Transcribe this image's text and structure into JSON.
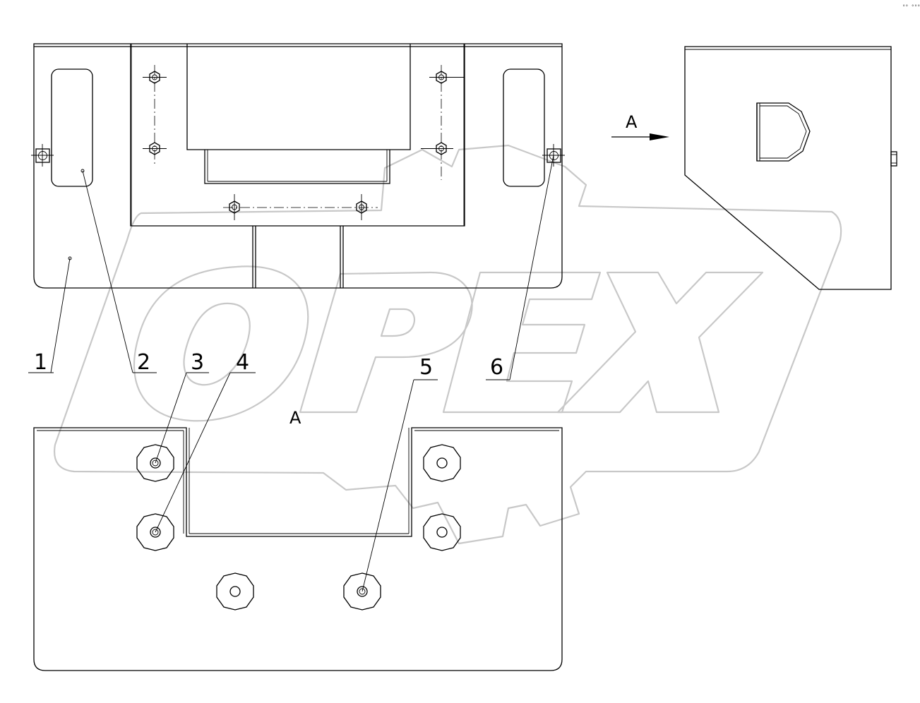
{
  "labels": {
    "part_1": "1",
    "part_2": "2",
    "part_3": "3",
    "part_4": "4",
    "part_5": "5",
    "part_6": "6",
    "view_arrow": "A",
    "view_section": "A"
  },
  "watermark": {
    "text": "OPEX",
    "color": "#c8c8c8"
  },
  "corner_mark": "°° °°°",
  "colors": {
    "line": "#000000",
    "background": "#ffffff"
  }
}
